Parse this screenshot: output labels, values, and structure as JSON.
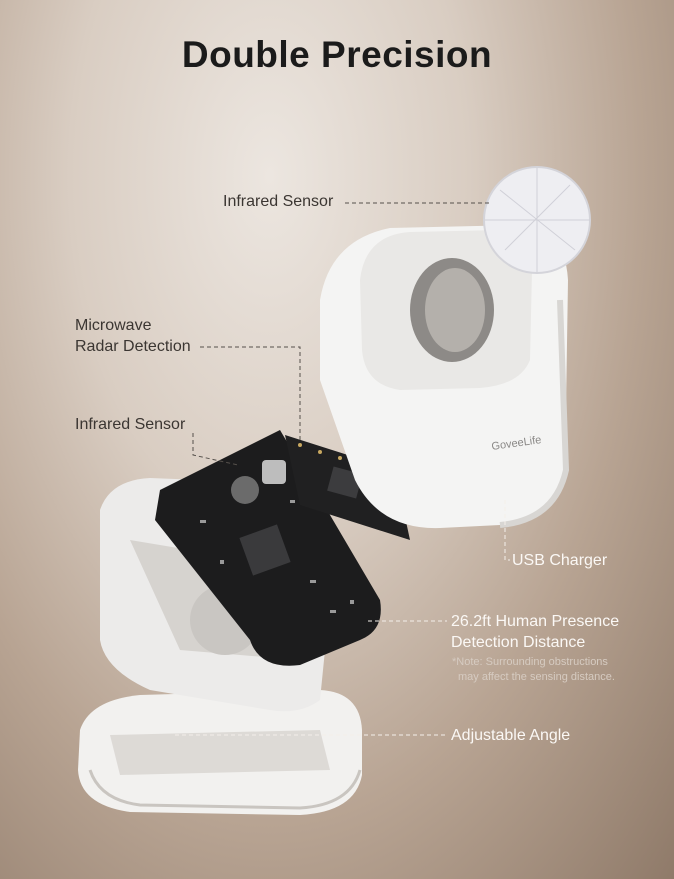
{
  "title": "Double Precision",
  "brand": "GoveeLife",
  "labels": {
    "infrared_top": "Infrared Sensor",
    "microwave_1": "Microwave",
    "microwave_2": "Radar Detection",
    "infrared_left": "Infrared Sensor",
    "usb": "USB Charger",
    "distance_1": "26.2ft Human Presence",
    "distance_2": "Detection Distance",
    "note_1": "*Note: Surrounding obstructions",
    "note_2": "may affect the sensing distance.",
    "angle": "Adjustable Angle"
  }
}
